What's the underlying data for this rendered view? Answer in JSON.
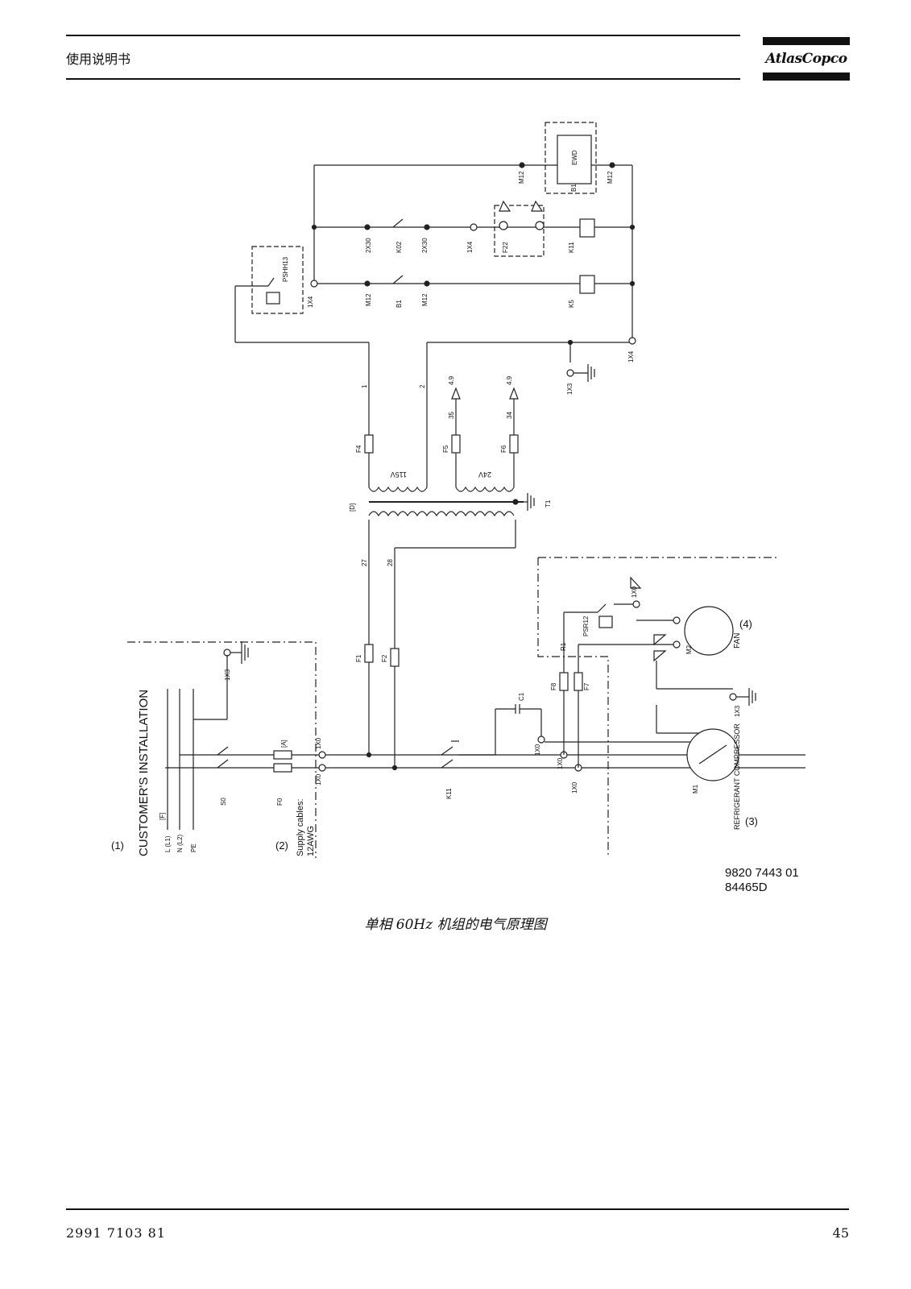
{
  "header": {
    "title": "使用说明书",
    "logo": "AtlasCopco"
  },
  "footer": {
    "doc_number": "2991 7103 81",
    "page_number": "45"
  },
  "caption": "单相 60Hz 机组的电气原理图",
  "drawing": {
    "number_1": "9820 7443 01",
    "number_2": "84465D"
  },
  "labels": {
    "customers_installation": "CUSTOMER'S INSTALLATION",
    "supply_cables_1": "Supply cables:",
    "supply_cables_2": "12AWG",
    "refrigerant_compressor": "REFRIGERANT COMPRESSOR",
    "fan": "FAN",
    "note_1": "(1)",
    "note_2": "(2)",
    "note_3": "(3)",
    "note_4": "(4)",
    "bracket_f": "[F]",
    "line_l": "L (L1)",
    "line_n": "N (L2)",
    "line_pe": "PE",
    "v115": "115V",
    "v24": "24V",
    "bracket_d": "[D]",
    "bracket_a": "[A]",
    "ewd": "EWD",
    "pshh13": "PSHH13",
    "psr12": "PSR12"
  },
  "components": {
    "s0": "S0",
    "f0": "F0",
    "f1": "F1",
    "f2": "F2",
    "f4": "F4",
    "f5": "F5",
    "f6": "F6",
    "f7": "F7",
    "f8": "F8",
    "f22": "F22",
    "k11": "K11",
    "k5": "K5",
    "k02": "K02",
    "b1": "B1",
    "m1": "M1",
    "m2": "M2",
    "t1": "T1",
    "c1": "C1",
    "r1": "R1",
    "x1x0": "1X0",
    "x1x3": "1X3",
    "x1x4": "1X4",
    "x2x30": "2X30",
    "m12": "M12"
  },
  "wires": {
    "w1": "1",
    "w2": "2",
    "w27": "27",
    "w28": "28",
    "w34": "34",
    "w35": "35",
    "w49": "4.9"
  }
}
